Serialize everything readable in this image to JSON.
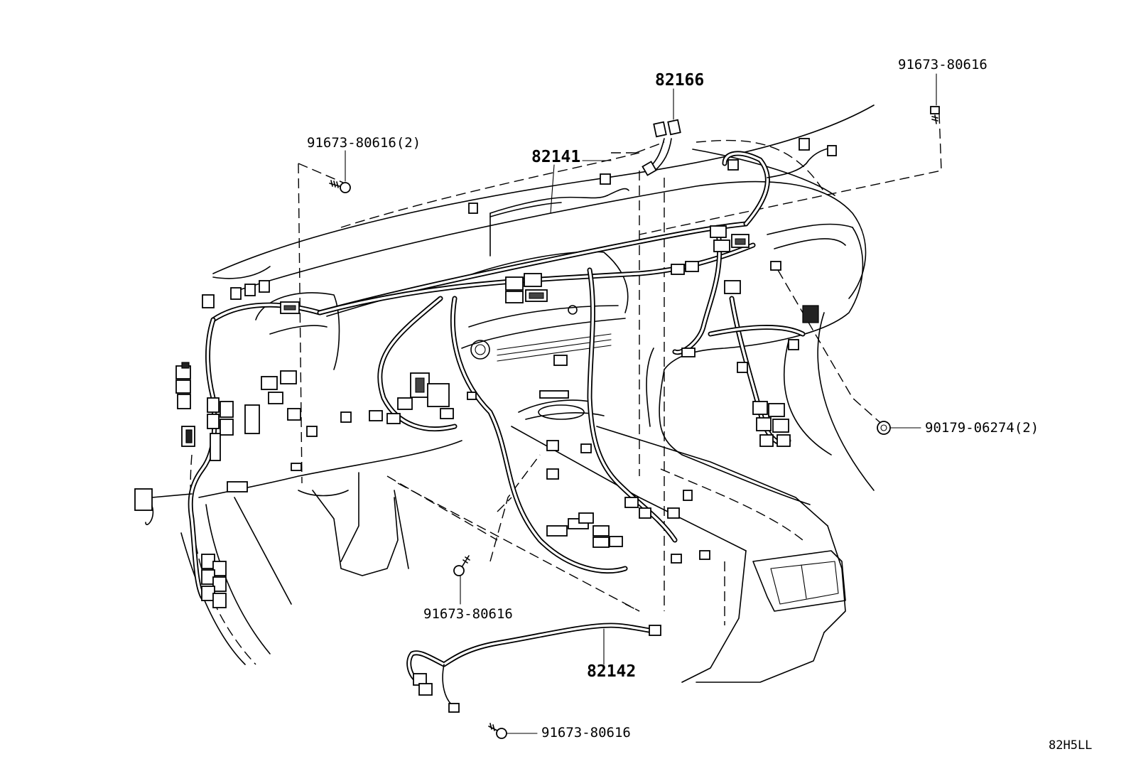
{
  "labels": {
    "harness_82166": "82166",
    "harness_82141": "82141",
    "harness_82142": "82142",
    "bolt_top_left": "91673-80616(2)",
    "bolt_top_right": "91673-80616",
    "bolt_center": "91673-80616",
    "bolt_bottom": "91673-80616",
    "clip_right": "90179-06274(2)",
    "diagram_code": "82H5LL"
  },
  "colors": {
    "line": "#000000",
    "background": "#ffffff"
  }
}
